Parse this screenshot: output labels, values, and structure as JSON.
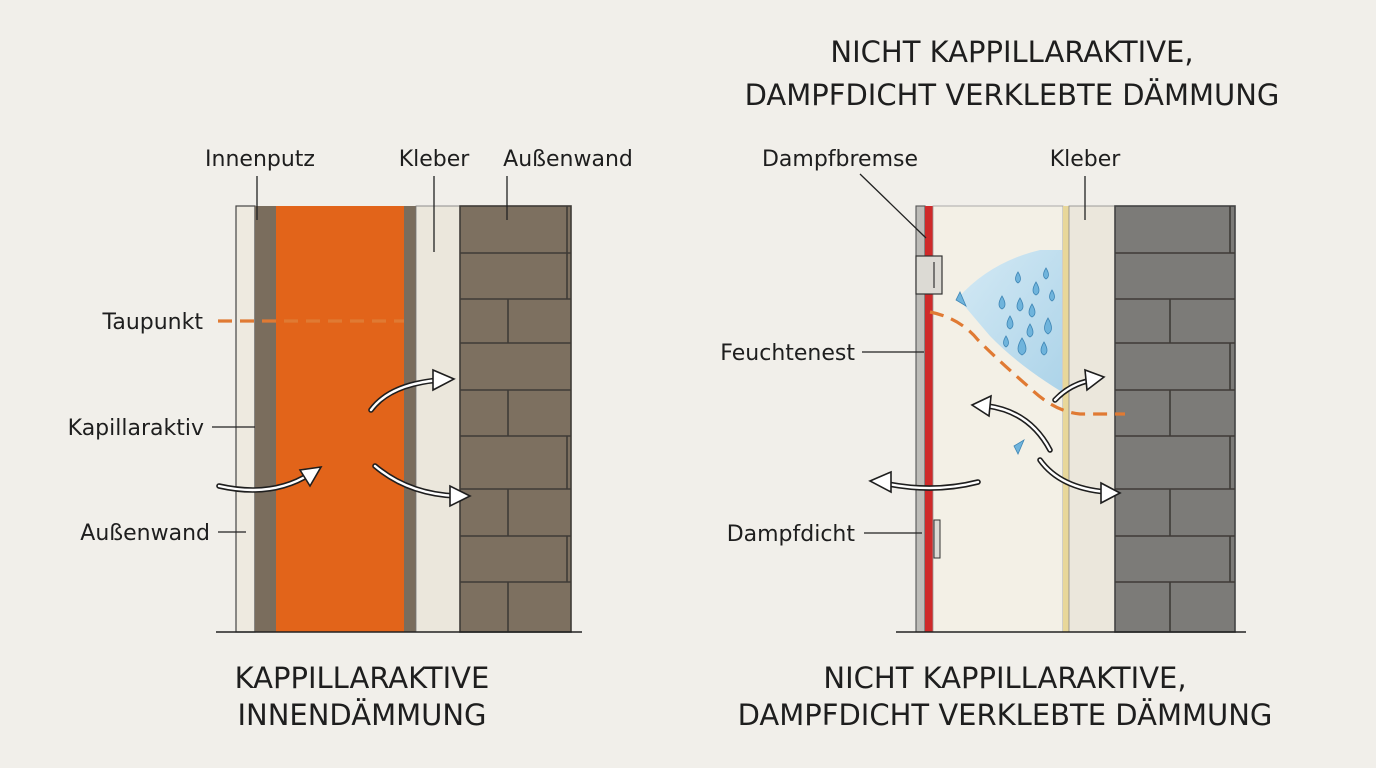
{
  "left": {
    "caption_line1": "KAPPILLARAKTIVE",
    "caption_line2": "INNENDÄMMUNG",
    "labels": {
      "innenputz": "Innenputz",
      "kleber": "Kleber",
      "aussenwand_top": "Außenwand",
      "taupunkt": "Taupunkt",
      "kapillaraktiv": "Kapillaraktiv",
      "aussenwand_side": "Außenwand"
    }
  },
  "right": {
    "title_line1": "NICHT KAPPILLARAKTIVE,",
    "title_line2": "DAMPFDICHT VERKLEBTE DÄMMUNG",
    "caption_line1": "NICHT KAPPILLARAKTIVE,",
    "caption_line2": "DAMPFDICHT VERKLEBTE DÄMMUNG",
    "labels": {
      "dampfbremse": "Dampfbremse",
      "kleber": "Kleber",
      "feuchtenest": "Feuchtenest",
      "dampfdicht": "Dampfdicht"
    }
  },
  "colors": {
    "background": "#f1efea",
    "capillary_insulation": "#e2641a",
    "dew_point_line": "#e07a33",
    "brick_left": "#7d7060",
    "brick_right": "#7c7b78",
    "vapor_barrier": "#cf2a2a",
    "moisture": "#a9d4ea"
  }
}
